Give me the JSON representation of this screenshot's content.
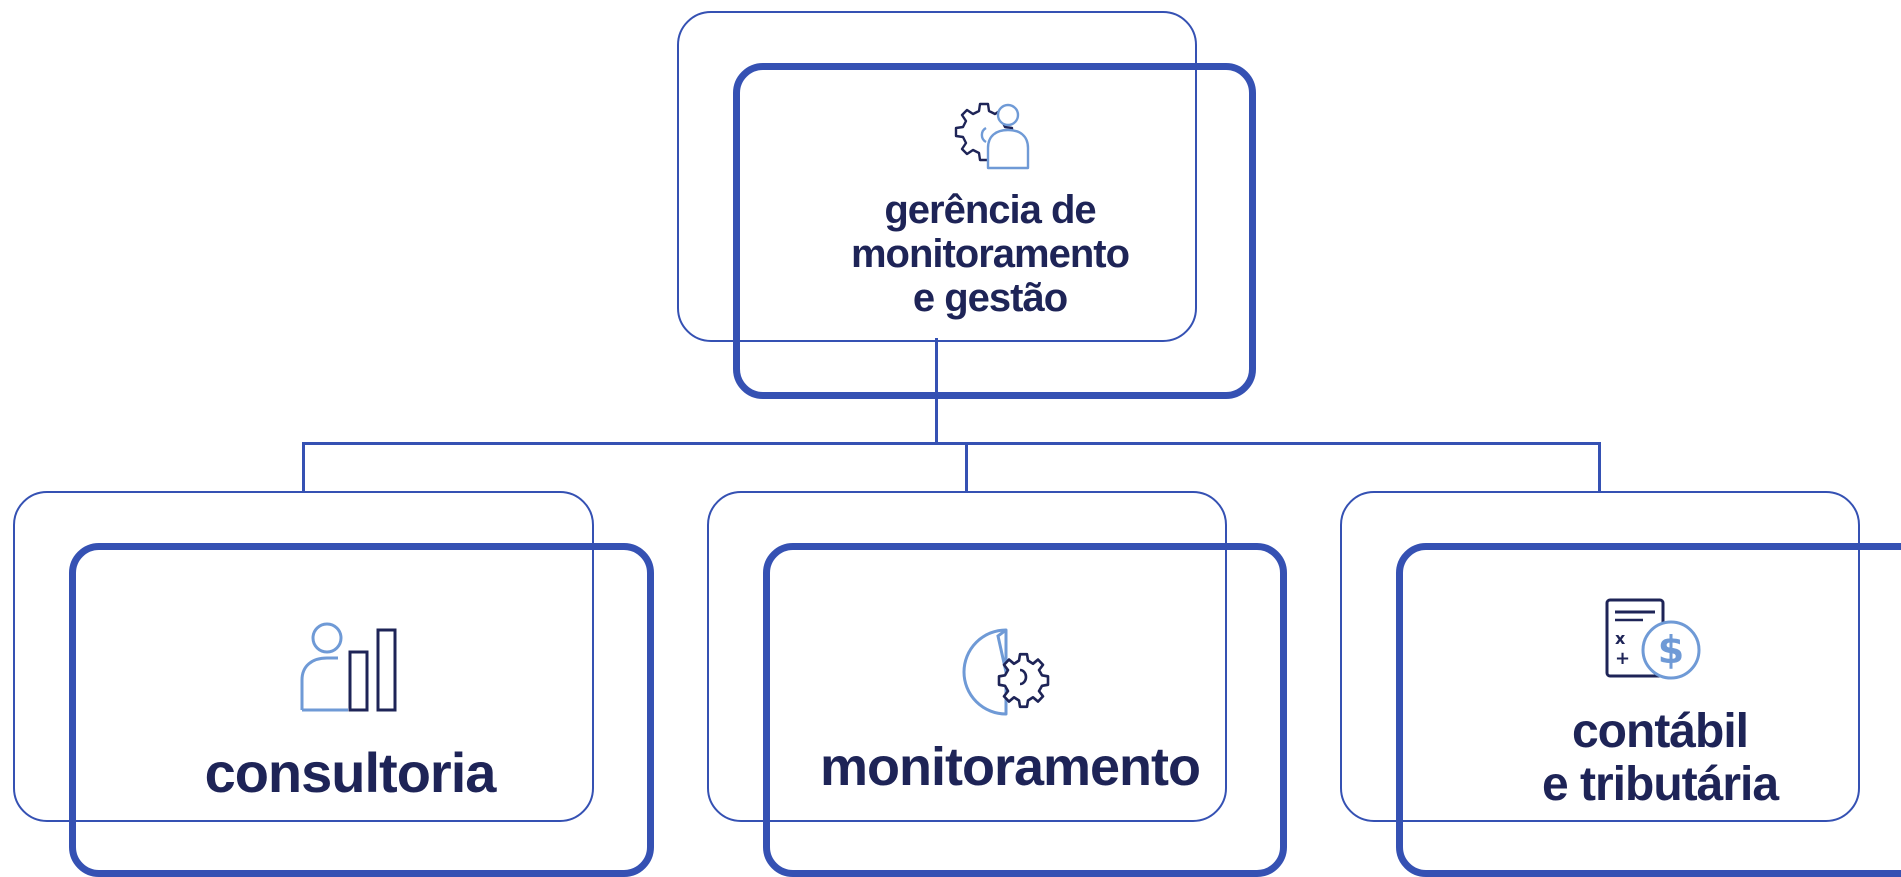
{
  "colors": {
    "accent": "#3551b3",
    "icon_light": "#6f9ad6",
    "icon_dark": "#1e2457",
    "text": "#1e2457"
  },
  "top": {
    "line1": "gerência de",
    "line2": "monitoramento",
    "line3": "e gestão",
    "icon": "gear-person-icon"
  },
  "children": [
    {
      "label": "consultoria",
      "icon": "person-chart-icon"
    },
    {
      "label": "monitoramento",
      "icon": "pie-gear-icon"
    },
    {
      "line1": "contábil",
      "line2": "e tributária",
      "icon": "calculator-dollar-icon"
    }
  ]
}
